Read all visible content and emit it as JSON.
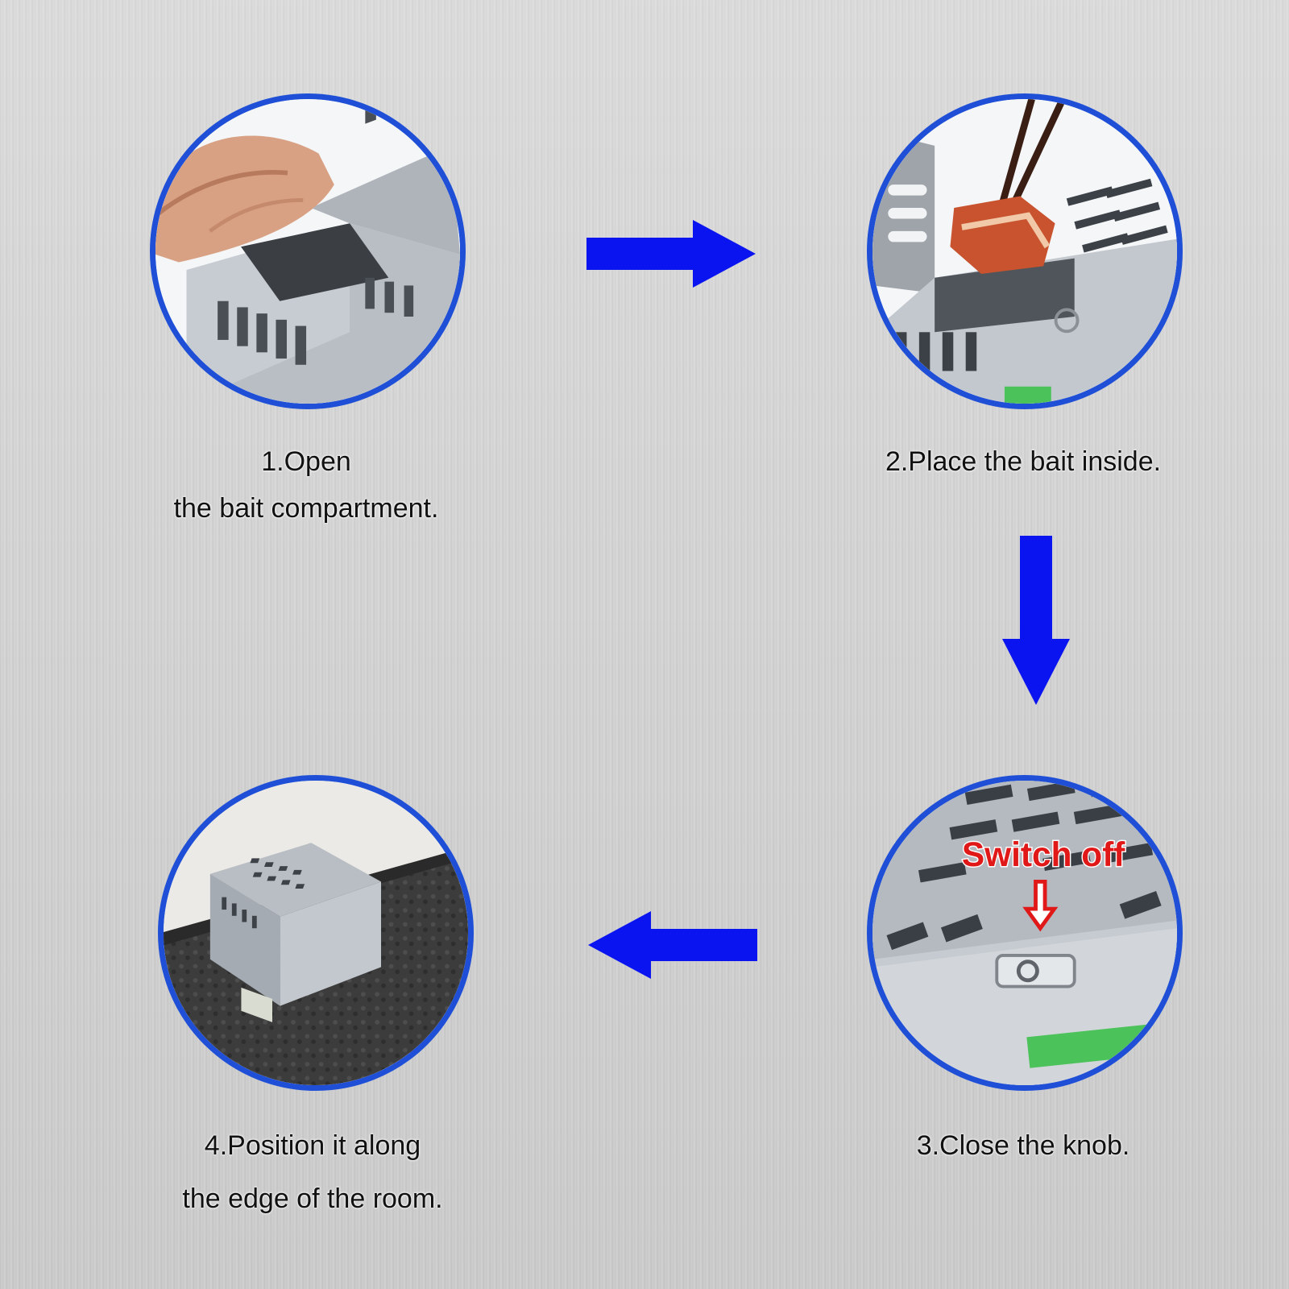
{
  "steps": [
    {
      "caption_line1": "1.Open",
      "caption_line2": "the bait compartment.",
      "icon": "cage-open-lid-photo"
    },
    {
      "caption_line1": "2.Place the bait inside.",
      "icon": "bait-chopsticks-photo"
    },
    {
      "caption_line1": "3.Close the knob.",
      "overlay_label": "Switch off",
      "icon": "knob-switch-photo"
    },
    {
      "caption_line1": "4.Position it along",
      "caption_line2": "the edge of the room.",
      "icon": "cage-on-carpet-photo"
    }
  ],
  "colors": {
    "ring": "#1e4fd6",
    "arrow": "#0a14f0",
    "overlay_text": "#e01818"
  }
}
